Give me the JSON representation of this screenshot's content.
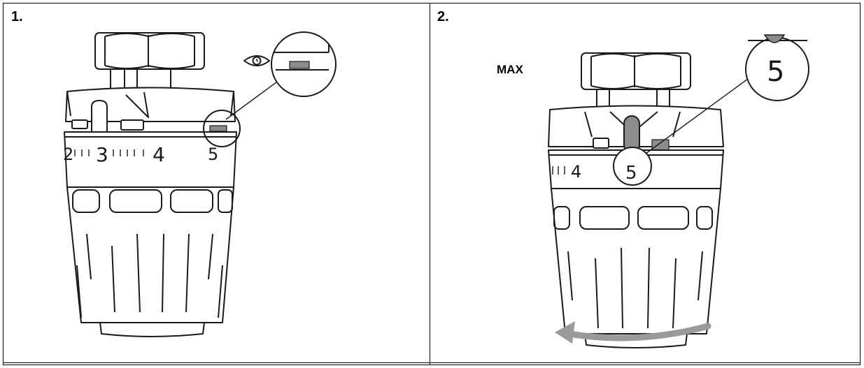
{
  "panels": [
    {
      "step_label": "1.",
      "scale_numbers": [
        "2",
        "3",
        "4",
        "5"
      ]
    },
    {
      "step_label": "2.",
      "annotation": "MAX",
      "magnified_digit": "5",
      "window_digit": "5",
      "scale_numbers": [
        "4"
      ]
    }
  ],
  "icons": [
    "eye-icon",
    "rotation-arrow-icon"
  ],
  "colors": {
    "line": "#1a1a1a",
    "slider": "#8c8c8c",
    "arrow": "#9a9a9a"
  }
}
